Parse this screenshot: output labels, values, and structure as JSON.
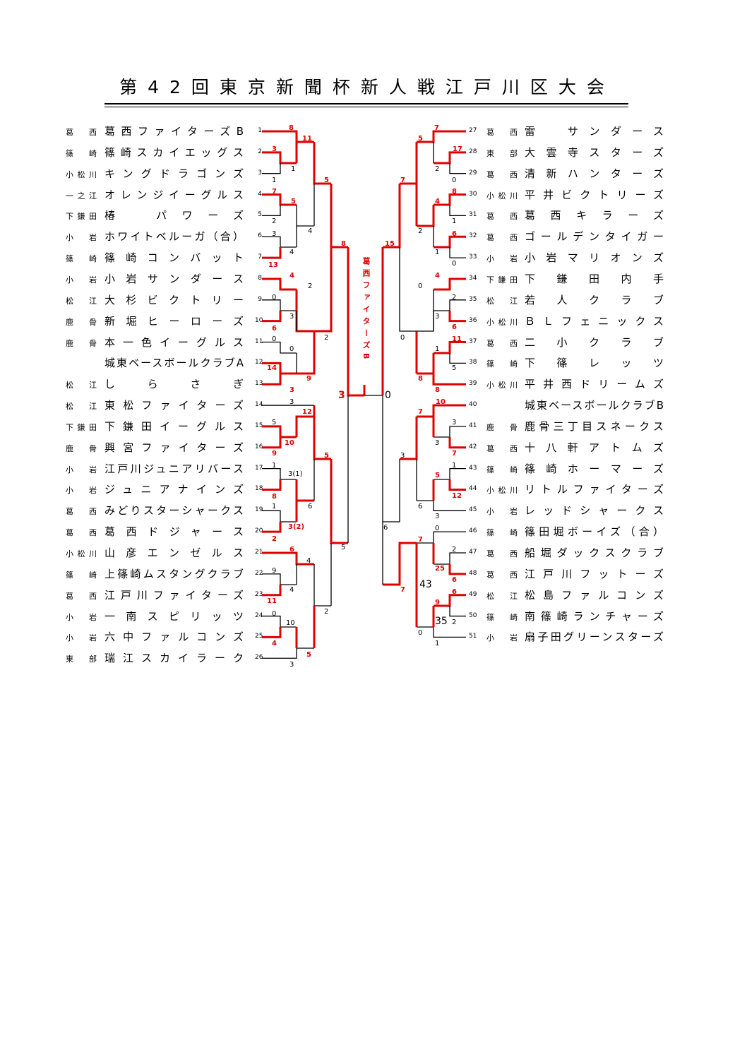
{
  "title": "第42回東京新聞杯新人戦江戸川区大会",
  "champion": "葛西ファイターズB",
  "colors": {
    "winner_line": "#e00000",
    "loser_line": "#000000",
    "winner_score": "#e00000"
  },
  "left_teams": [
    {
      "no": "1",
      "district": "葛西",
      "name": "葛西ファイターズB"
    },
    {
      "no": "2",
      "district": "篠崎",
      "name": "篠崎スカイエッグス"
    },
    {
      "no": "3",
      "district": "小松川",
      "name": "キングドラゴンズ"
    },
    {
      "no": "4",
      "district": "一之江",
      "name": "オレンジイーグルス"
    },
    {
      "no": "5",
      "district": "下鎌田",
      "name": "椿　パワーズ"
    },
    {
      "no": "6",
      "district": "小岩",
      "name": "ホワイトベルーガ（合）"
    },
    {
      "no": "7",
      "district": "篠崎",
      "name": "篠崎コンバット"
    },
    {
      "no": "8",
      "district": "小岩",
      "name": "小岩サンダース"
    },
    {
      "no": "9",
      "district": "松江",
      "name": "大杉ビクトリー"
    },
    {
      "no": "10",
      "district": "鹿骨",
      "name": "新堀ヒーローズ"
    },
    {
      "no": "11",
      "district": "鹿骨",
      "name": "本一色イーグルス"
    },
    {
      "no": "12",
      "district": "",
      "name": "城東ベースボールクラブA"
    },
    {
      "no": "13",
      "district": "松江",
      "name": "しらさぎ"
    },
    {
      "no": "14",
      "district": "松江",
      "name": "東松ファイターズ"
    },
    {
      "no": "15",
      "district": "下鎌田",
      "name": "下鎌田イーグルス"
    },
    {
      "no": "16",
      "district": "鹿骨",
      "name": "興宮ファイターズ"
    },
    {
      "no": "17",
      "district": "小岩",
      "name": "江戸川ジュニアリバース"
    },
    {
      "no": "18",
      "district": "小岩",
      "name": "ジュニアナインズ"
    },
    {
      "no": "19",
      "district": "葛西",
      "name": "みどりスターシャークス"
    },
    {
      "no": "20",
      "district": "葛西",
      "name": "葛西ドジャース"
    },
    {
      "no": "21",
      "district": "小松川",
      "name": "山彦エンゼルス"
    },
    {
      "no": "22",
      "district": "篠崎",
      "name": "上篠崎ムスタングクラブ"
    },
    {
      "no": "23",
      "district": "葛西",
      "name": "江戸川ファイターズ"
    },
    {
      "no": "24",
      "district": "小岩",
      "name": "一南スピリッツ"
    },
    {
      "no": "25",
      "district": "小岩",
      "name": "六中ファルコンズ"
    },
    {
      "no": "26",
      "district": "東部",
      "name": "瑞江スカイラーク"
    }
  ],
  "right_teams": [
    {
      "no": "27",
      "district": "葛西",
      "name": "雷　サンダース"
    },
    {
      "no": "28",
      "district": "東部",
      "name": "大雲寺スターズ"
    },
    {
      "no": "29",
      "district": "葛西",
      "name": "清新ハンターズ"
    },
    {
      "no": "30",
      "district": "小松川",
      "name": "平井ビクトリーズ"
    },
    {
      "no": "31",
      "district": "葛西",
      "name": "葛西キラーズ"
    },
    {
      "no": "32",
      "district": "葛西",
      "name": "ゴールデンタイガー"
    },
    {
      "no": "33",
      "district": "小岩",
      "name": "小岩マリオンズ"
    },
    {
      "no": "34",
      "district": "下鎌田",
      "name": "下鎌田内手"
    },
    {
      "no": "35",
      "district": "松江",
      "name": "若人クラブ"
    },
    {
      "no": "36",
      "district": "小松川",
      "name": "ＢＬフェニックス"
    },
    {
      "no": "37",
      "district": "葛西",
      "name": "二小クラブ"
    },
    {
      "no": "38",
      "district": "篠崎",
      "name": "下篠レッツ"
    },
    {
      "no": "39",
      "district": "小松川",
      "name": "平井西ドリームズ"
    },
    {
      "no": "40",
      "district": "",
      "name": "城東ベースボールクラブB"
    },
    {
      "no": "41",
      "district": "鹿骨",
      "name": "鹿骨三丁目スネークス"
    },
    {
      "no": "42",
      "district": "葛西",
      "name": "十八軒アトムズ"
    },
    {
      "no": "43",
      "district": "篠崎",
      "name": "篠崎ホーマーズ"
    },
    {
      "no": "44",
      "district": "小松川",
      "name": "リトルファイターズ"
    },
    {
      "no": "45",
      "district": "小岩",
      "name": "レッドシャークス"
    },
    {
      "no": "46",
      "district": "篠崎",
      "name": "篠田堀ボーイズ（合）"
    },
    {
      "no": "47",
      "district": "葛西",
      "name": "船堀ダックスクラブ"
    },
    {
      "no": "48",
      "district": "葛西",
      "name": "江戸川フットーズ"
    },
    {
      "no": "49",
      "district": "松江",
      "name": "松島ファルコンズ"
    },
    {
      "no": "50",
      "district": "篠崎",
      "name": "南篠崎ランチャーズ"
    },
    {
      "no": "51",
      "district": "小岩",
      "name": "扇子田グリーンスターズ"
    }
  ],
  "scores": [
    {
      "id": "l-r1-1",
      "w": "8"
    },
    {
      "id": "l-r1-2a",
      "w": "3"
    },
    {
      "id": "l-r1-2b",
      "w": "1"
    },
    {
      "id": "l-r2-1a",
      "w": "11"
    },
    {
      "id": "l-r2-1b",
      "w": "1"
    },
    {
      "id": "l-r1-3a",
      "w": "7"
    },
    {
      "id": "l-r1-3b",
      "w": "5"
    },
    {
      "id": "l-r1-4a",
      "w": "2"
    },
    {
      "id": "l-r1-5a",
      "w": "3"
    },
    {
      "id": "l-r1-5b",
      "w": "4"
    },
    {
      "id": "l-r1-5c",
      "w": "13"
    },
    {
      "id": "l-r2-2a",
      "w": "4"
    },
    {
      "id": "l-r3-1a",
      "w": "5"
    },
    {
      "id": "l-r4-1",
      "w": "8"
    },
    {
      "id": "l-r1-6a",
      "w": "4"
    },
    {
      "id": "l-r1-6b",
      "w": "2"
    },
    {
      "id": "l-r1-7a",
      "w": "0"
    },
    {
      "id": "l-r1-7b",
      "w": "3"
    },
    {
      "id": "l-r1-7c",
      "w": "6"
    },
    {
      "id": "l-r1-8a",
      "w": "0"
    },
    {
      "id": "l-r1-8b",
      "w": "0"
    },
    {
      "id": "l-r1-8c",
      "w": "14"
    },
    {
      "id": "l-r2-3a",
      "w": "9"
    },
    {
      "id": "l-r2-3b",
      "w": "3"
    },
    {
      "id": "l-r3-2b",
      "w": "2"
    },
    {
      "id": "l-r1-9a",
      "w": "3"
    },
    {
      "id": "l-r1-9b",
      "w": "12"
    },
    {
      "id": "l-r1-10a",
      "w": "5"
    },
    {
      "id": "l-r1-10b",
      "w": "10"
    },
    {
      "id": "l-r1-10c",
      "w": "9"
    },
    {
      "id": "l-r3-3a",
      "w": "5"
    },
    {
      "id": "l-r1-11a",
      "w": "1"
    },
    {
      "id": "l-r1-11b",
      "w": "3(1)"
    },
    {
      "id": "l-r1-11c",
      "w": "8"
    },
    {
      "id": "l-r1-12a",
      "w": "1"
    },
    {
      "id": "l-r1-12b",
      "w": "3(2)"
    },
    {
      "id": "l-r1-12c",
      "w": "2"
    },
    {
      "id": "l-r2-4b",
      "w": "6"
    },
    {
      "id": "l-r3-3b",
      "w": "5"
    },
    {
      "id": "l-r1-13a",
      "w": "6"
    },
    {
      "id": "l-r1-13b",
      "w": "4"
    },
    {
      "id": "l-r1-14a",
      "w": "9"
    },
    {
      "id": "l-r1-14b",
      "w": "4"
    },
    {
      "id": "l-r1-14c",
      "w": "11"
    },
    {
      "id": "l-r1-15a",
      "w": "0"
    },
    {
      "id": "l-r1-15b",
      "w": "10"
    },
    {
      "id": "l-r1-15c",
      "w": "4"
    },
    {
      "id": "l-r1-16a",
      "w": "5"
    },
    {
      "id": "l-r1-16b",
      "w": "3"
    },
    {
      "id": "l-r2-5b",
      "w": "2"
    },
    {
      "id": "final-l",
      "w": "3"
    },
    {
      "id": "final-r",
      "w": "0"
    },
    {
      "id": "r-r1-1",
      "w": "7"
    },
    {
      "id": "r-r1-2a",
      "w": "5"
    },
    {
      "id": "r-r1-2b",
      "w": "17"
    },
    {
      "id": "r-r1-2c",
      "w": "2"
    },
    {
      "id": "r-r1-2d",
      "w": "0"
    },
    {
      "id": "r-r1-3a",
      "w": "8"
    },
    {
      "id": "r-r1-3b",
      "w": "4"
    },
    {
      "id": "r-r1-3c",
      "w": "1"
    },
    {
      "id": "r-r1-4a",
      "w": "6"
    },
    {
      "id": "r-r1-4b",
      "w": "1"
    },
    {
      "id": "r-r1-4c",
      "w": "0"
    },
    {
      "id": "r-r2-2b",
      "w": "2"
    },
    {
      "id": "r-r3-1a",
      "w": "7"
    },
    {
      "id": "r-r4-1",
      "w": "15"
    },
    {
      "id": "r-r1-5a",
      "w": "4"
    },
    {
      "id": "r-r1-5b",
      "w": "0"
    },
    {
      "id": "r-r1-5c",
      "w": "2"
    },
    {
      "id": "r-r1-5d",
      "w": "3"
    },
    {
      "id": "r-r1-5e",
      "w": "6"
    },
    {
      "id": "r-r1-6a",
      "w": "11"
    },
    {
      "id": "r-r1-6b",
      "w": "1"
    },
    {
      "id": "r-r1-6c",
      "w": "5"
    },
    {
      "id": "r-r1-6d",
      "w": "8"
    },
    {
      "id": "r-r1-6e",
      "w": "8"
    },
    {
      "id": "r-r3-1b",
      "w": "0"
    },
    {
      "id": "r-r1-7a",
      "w": "10"
    },
    {
      "id": "r-r1-7b",
      "w": "7"
    },
    {
      "id": "r-r1-7c",
      "w": "3"
    },
    {
      "id": "r-r1-7d",
      "w": "3"
    },
    {
      "id": "r-r1-7e",
      "w": "7"
    },
    {
      "id": "r-r1-8a",
      "w": "1"
    },
    {
      "id": "r-r1-8b",
      "w": "5"
    },
    {
      "id": "r-r1-8c",
      "w": "12"
    },
    {
      "id": "r-r1-8d",
      "w": "6"
    },
    {
      "id": "r-r1-8e",
      "w": "3"
    },
    {
      "id": "r-r3-2a",
      "w": "3"
    },
    {
      "id": "r-r1-9a",
      "w": "0"
    },
    {
      "id": "r-r1-9b",
      "w": "7"
    },
    {
      "id": "r-r1-9c",
      "w": "2"
    },
    {
      "id": "r-r1-9d",
      "w": "25"
    },
    {
      "id": "r-r1-9e",
      "w": "6"
    },
    {
      "id": "r-r1-10a",
      "w": "6"
    },
    {
      "id": "r-r1-10b",
      "w": "9"
    },
    {
      "id": "r-r1-10c",
      "w": "2"
    },
    {
      "id": "r-r1-10d",
      "w": "1"
    },
    {
      "id": "r-r1-10e",
      "w": "0"
    },
    {
      "id": "r-r3-2b",
      "w": "7"
    },
    {
      "id": "r-r3-2c",
      "w": "6"
    },
    {
      "id": "r-r4-2",
      "w": "43"
    },
    {
      "id": "r-r4-3",
      "w": "35"
    }
  ]
}
